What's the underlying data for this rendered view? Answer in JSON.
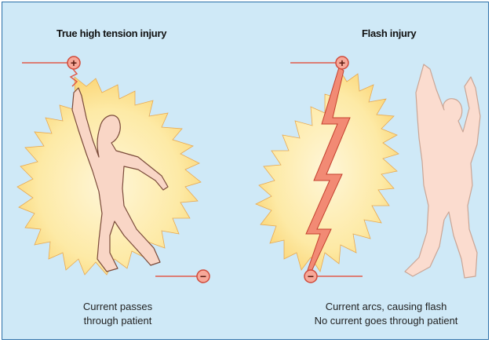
{
  "panels": [
    {
      "title": "True high tension injury",
      "caption_line1": "Current passes",
      "caption_line2": "through patient"
    },
    {
      "title": "Flash injury",
      "caption_line1": "Current arcs, causing flash",
      "caption_line2": "No current goes through  patient"
    }
  ],
  "electrodes": {
    "positive_symbol": "+",
    "negative_symbol": "−"
  },
  "colors": {
    "background": "#cfe9f7",
    "border": "#2a6fa8",
    "glow": "#fde9a8",
    "wire": "#e05a4a",
    "body": "#f9d6c6",
    "bolt": "#f28a74"
  }
}
